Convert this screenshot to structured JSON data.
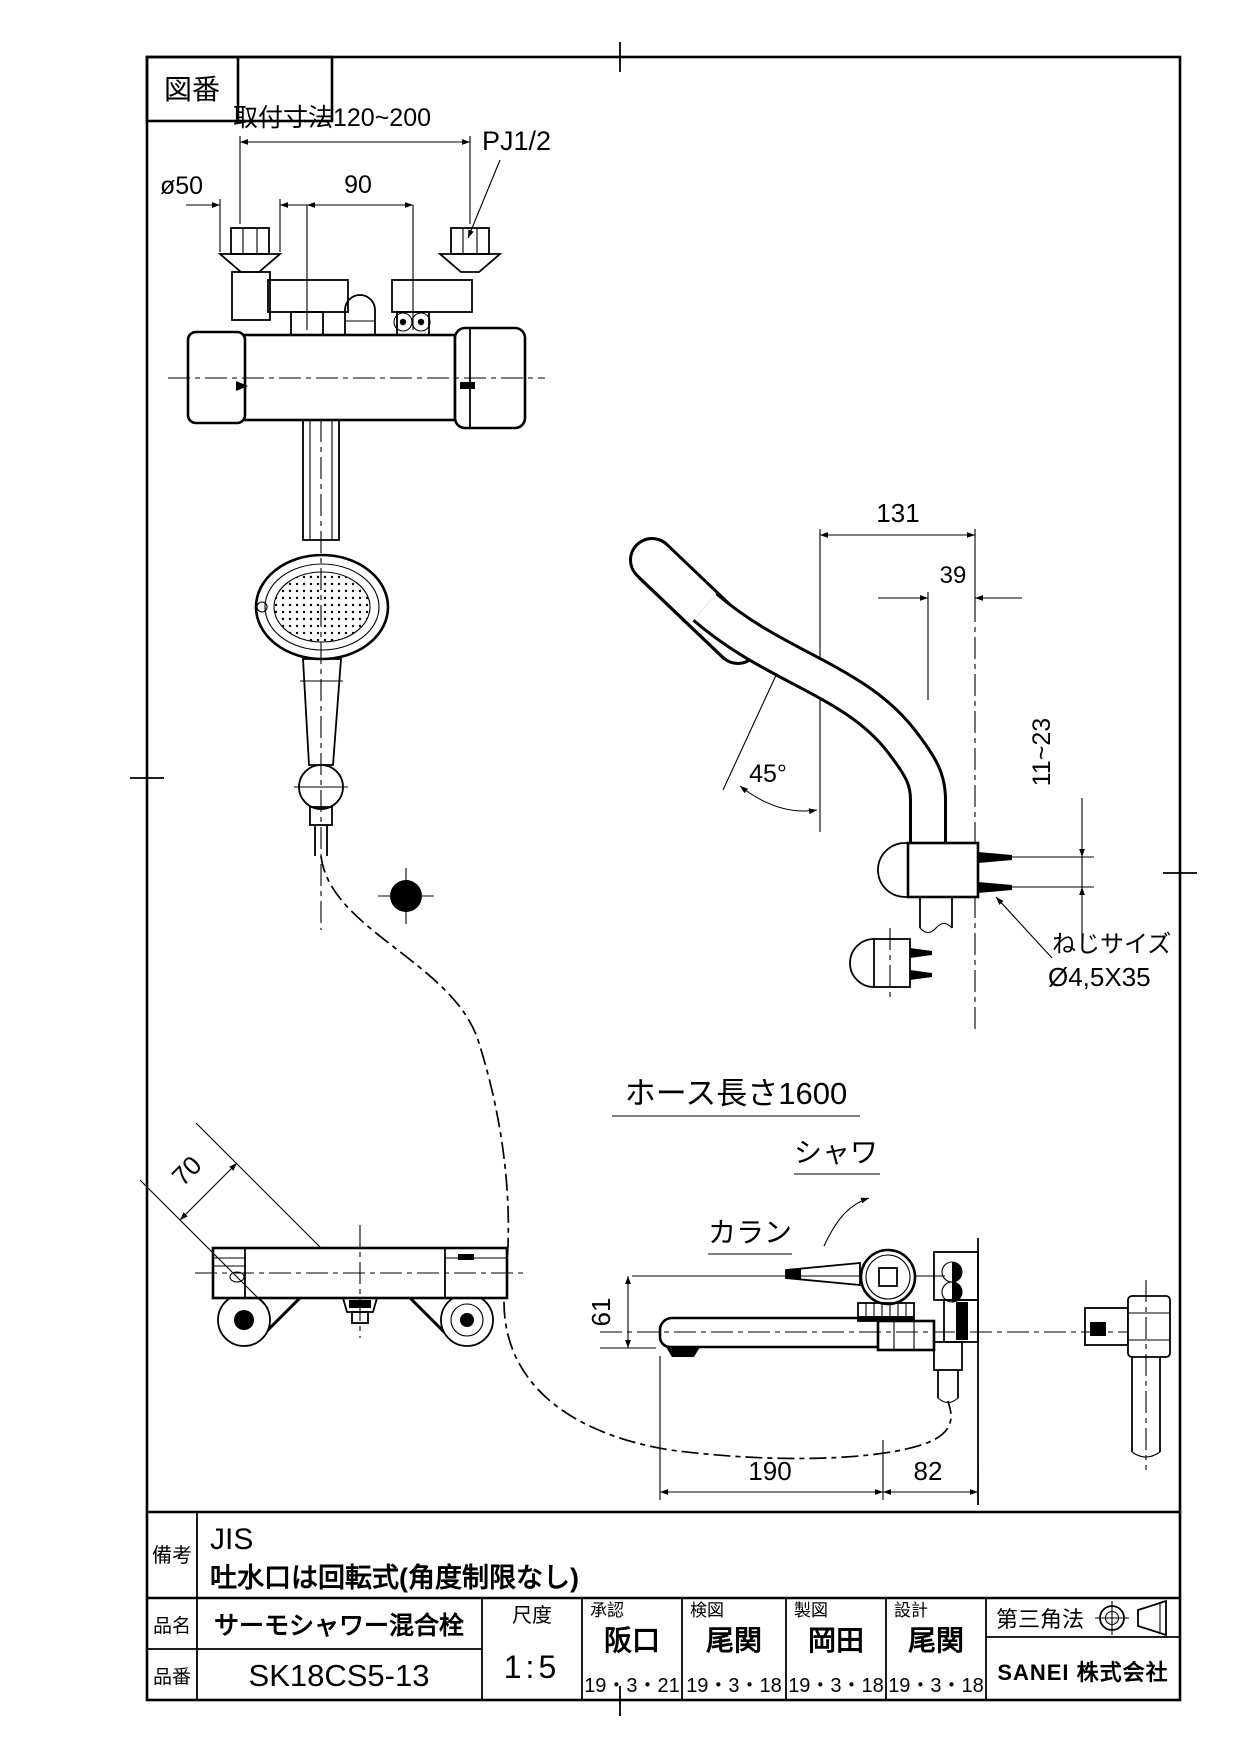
{
  "zuban": "図番",
  "dims": {
    "mount": "取付寸法120~200",
    "phi50": "ø50",
    "d90": "90",
    "pj": "PJ1/2",
    "d131": "131",
    "d39": "39",
    "a45": "45°",
    "d1123": "11~23",
    "d70": "70",
    "d61": "61",
    "d190": "190",
    "d82": "82"
  },
  "labels": {
    "screw1": "ねじサイズ",
    "screw2": "Ø4,5X35",
    "hose": "ホース長さ1600",
    "shower": "シャワ",
    "karan": "カラン"
  },
  "tb": {
    "remarks_label": "備考",
    "remarks1": "JIS",
    "remarks2": "吐水口は回転式(角度制限なし)",
    "name_label": "品名",
    "name_value": "サーモシャワー混合栓",
    "num_label": "品番",
    "num_value": "SK18CS5-13",
    "scale_label": "尺度",
    "scale_value": "1:5",
    "cols": [
      {
        "label": "承認",
        "name": "阪口",
        "date": "19・3・21"
      },
      {
        "label": "検図",
        "name": "尾関",
        "date": "19・3・18"
      },
      {
        "label": "製図",
        "name": "岡田",
        "date": "19・3・18"
      },
      {
        "label": "設計",
        "name": "尾関",
        "date": "19・3・18"
      }
    ],
    "projection": "第三角法",
    "company": "SANEI 株式会社"
  }
}
